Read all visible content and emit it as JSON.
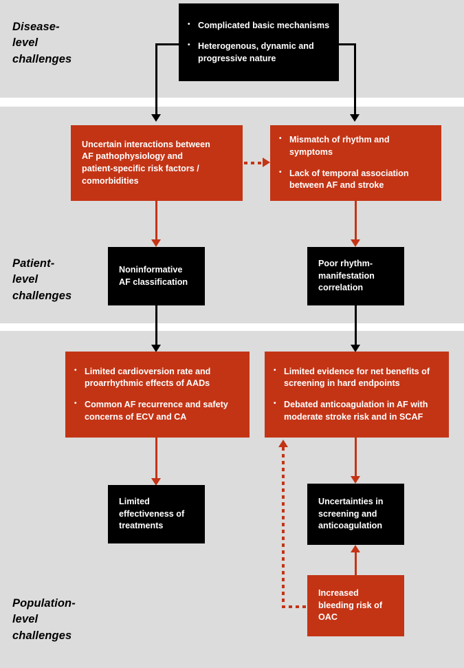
{
  "diagram": {
    "title_levels": [
      {
        "id": "disease",
        "label": "Disease-\nlevel\nchallenges"
      },
      {
        "id": "patient",
        "label": "Patient-\nlevel\nchallenges"
      },
      {
        "id": "population",
        "label": "Population-\nlevel\nchallenges"
      }
    ],
    "colors": {
      "band_background": "#dcdcdc",
      "page_background": "#ffffff",
      "black_box": "#000000",
      "red_box": "#C33415",
      "text_on_box": "#ffffff",
      "label_text": "#000000"
    },
    "boxes": {
      "disease_top": {
        "style": "black",
        "bullets": [
          "Complicated basic mechanisms",
          "Heterogenous, dynamic and progressive nature"
        ]
      },
      "disease_left_red": {
        "style": "red",
        "lines": [
          "Uncertain interactions between",
          "AF pathophysiology and",
          "patient-specific risk factors /",
          "comorbidities"
        ]
      },
      "disease_right_red": {
        "style": "red",
        "bullets": [
          "Mismatch of rhythm and symptoms",
          "Lack of temporal association between AF and stroke"
        ]
      },
      "patient_left_black": {
        "style": "black",
        "lines": [
          "Noninformative",
          "AF classification"
        ]
      },
      "patient_right_black": {
        "style": "black",
        "lines": [
          "Poor rhythm-",
          "manifestation",
          "correlation"
        ]
      },
      "population_left_red": {
        "style": "red",
        "bullets": [
          "Limited cardioversion rate and proarrhythmic effects of AADs",
          "Common AF recurrence and safety concerns of ECV and CA"
        ]
      },
      "population_right_red": {
        "style": "red",
        "bullets": [
          "Limited evidence for net benefits of screening in hard endpoints",
          "Debated anticoagulation in AF with moderate stroke risk and in SCAF"
        ]
      },
      "population_left_black": {
        "style": "black",
        "lines": [
          "Limited",
          "effectiveness of",
          "treatments"
        ]
      },
      "population_right_black": {
        "style": "black",
        "lines": [
          "Uncertainties in",
          "screening and",
          "anticoagulation"
        ]
      },
      "oac_red": {
        "style": "red",
        "lines": [
          "Increased",
          "bleeding risk of",
          "OAC"
        ]
      }
    }
  }
}
